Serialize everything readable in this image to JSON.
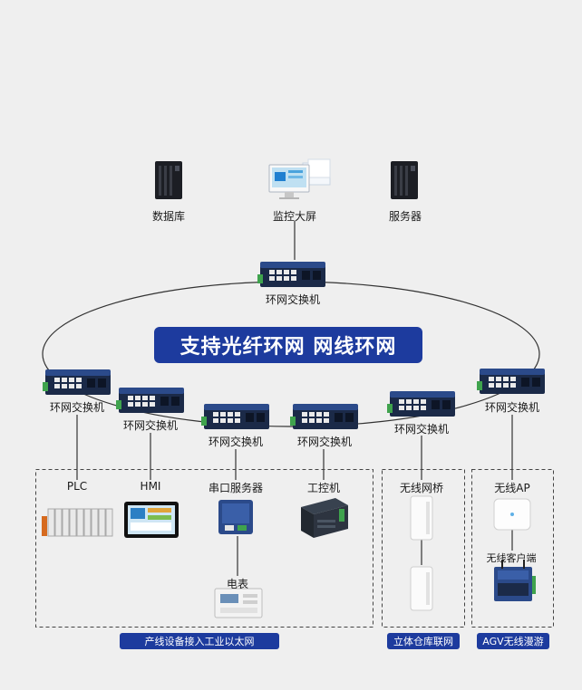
{
  "banner": "支持光纤环网 网线环网",
  "top_devices": {
    "database": "数据库",
    "monitor": "监控大屏",
    "server": "服务器"
  },
  "switches": {
    "core": "环网交换机",
    "s1": "环网交换机",
    "s2": "环网交换机",
    "s3": "环网交换机",
    "s4": "环网交换机",
    "s5": "环网交换机",
    "s6": "环网交换机"
  },
  "endpoints": {
    "plc": "PLC",
    "hmi": "HMI",
    "serial_server": "串口服务器",
    "ipc": "工控机",
    "meter": "电表",
    "wireless_bridge": "无线网桥",
    "wireless_ap": "无线AP",
    "wireless_client": "无线客户端"
  },
  "zones": {
    "production": "产线设备接入工业以太网",
    "warehouse": "立体仓库联网",
    "agv": "AGV无线漫游"
  },
  "colors": {
    "background": "#efefef",
    "accent": "#1d3b9e",
    "switch_body": "#1b2a48",
    "switch_face": "#2b4a8a",
    "port_green": "#3fa34d"
  }
}
